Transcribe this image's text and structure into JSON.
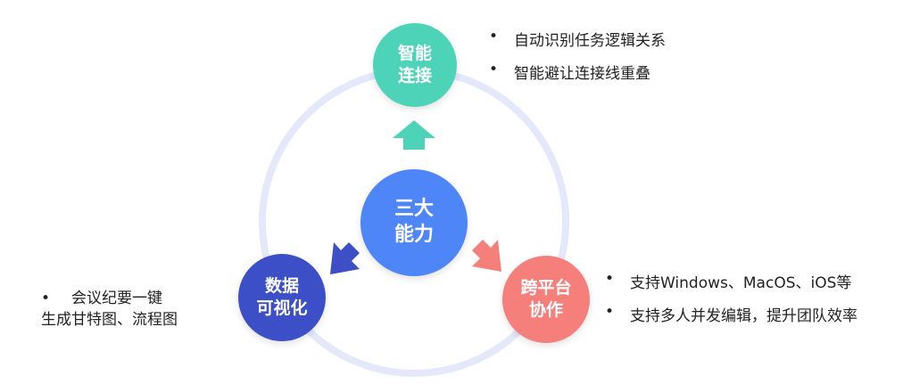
{
  "center": {
    "line1": "三大",
    "line2": "能力"
  },
  "nodes": {
    "top": {
      "line1": "智能",
      "line2": "连接",
      "color": "#4dd4b8"
    },
    "left": {
      "line1": "数据",
      "line2": "可视化",
      "color": "#3c4fc6"
    },
    "right": {
      "line1": "跨平台",
      "line2": "协作",
      "color": "#f47f7b"
    }
  },
  "bullets": {
    "top": [
      "自动识别任务逻辑关系",
      "智能避让连接线重叠"
    ],
    "right": [
      "支持Windows、MacOS、iOS等",
      "支持多人并发编辑，提升团队效率"
    ],
    "left": {
      "line1": "会议纪要一键",
      "line2": "生成甘特图、流程图"
    }
  },
  "colors": {
    "ring": "#e4e8fa",
    "center": "#4f86f7"
  }
}
